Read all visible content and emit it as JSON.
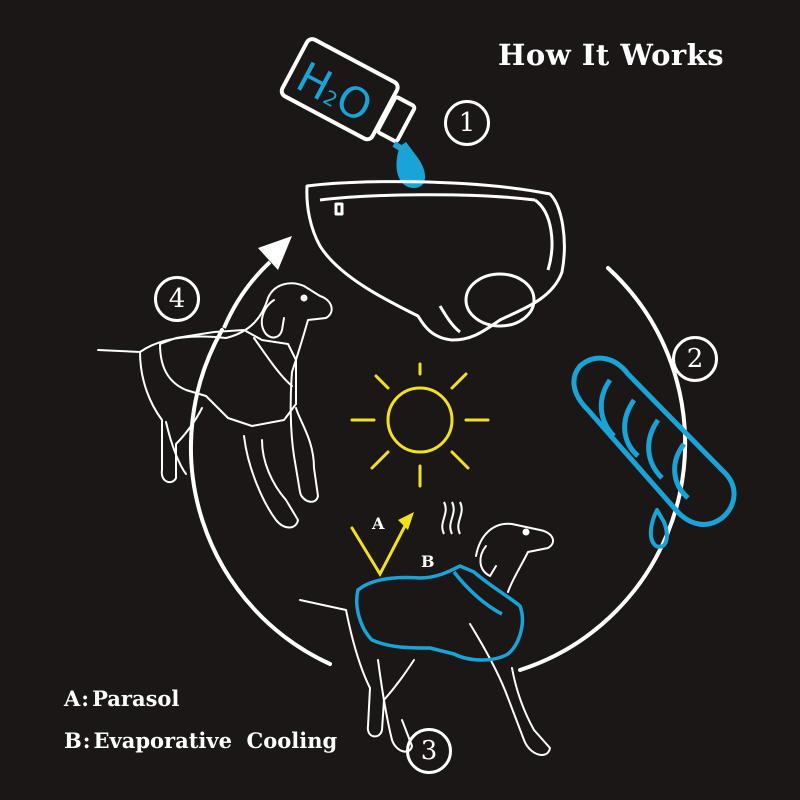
{
  "title": "How It Works",
  "bottle_label": {
    "h": "H",
    "sub": "2",
    "o": "O"
  },
  "steps": [
    "1",
    "2",
    "3",
    "4"
  ],
  "markers": {
    "a": "A",
    "b": "B"
  },
  "legend": [
    {
      "key": "A",
      "sep": ":",
      "text": "Parasol"
    },
    {
      "key": "B",
      "sep": ":",
      "text": "Evaporative  Cooling"
    }
  ],
  "colors": {
    "background": "#1b1716",
    "line": "#ffffff",
    "water": "#1aa3d6",
    "sun": "#f2e21c"
  }
}
